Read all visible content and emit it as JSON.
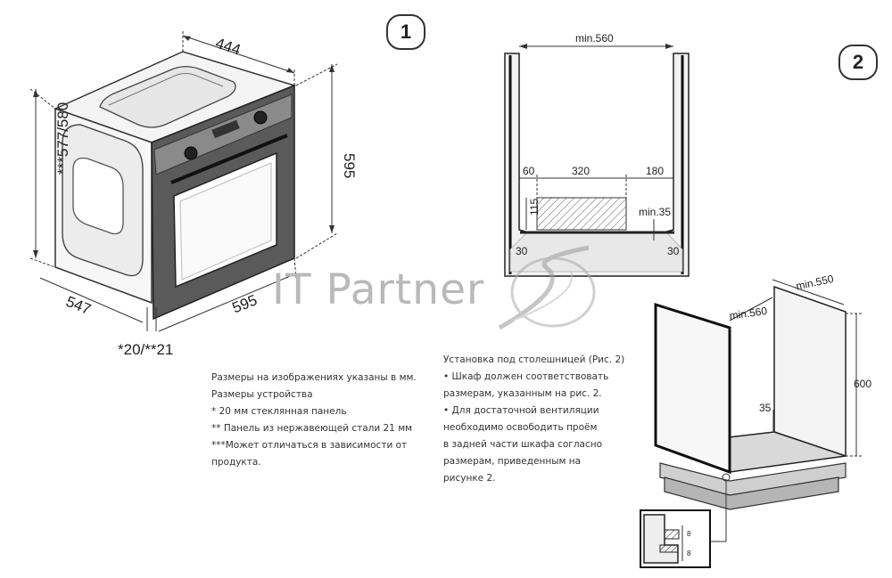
{
  "badges": {
    "fig1": "1",
    "fig2": "2"
  },
  "figure1": {
    "dims": {
      "width_top": "444",
      "height": "595",
      "depth_total": "***577/580",
      "depth_bottom": "547",
      "front_width": "595",
      "panel": "*20/**21"
    }
  },
  "figure2": {
    "dims": {
      "niche_width": "min.560",
      "left_gap": "60",
      "vent_width": "320",
      "right_gap": "180",
      "vent_height": "115",
      "vent_min": "min.35",
      "left_base": "30",
      "right_base": "30"
    }
  },
  "figure3": {
    "dims": {
      "depth": "min.550",
      "width": "min.560",
      "height": "600",
      "gap": "35",
      "detail_a": "8",
      "detail_b": "8"
    }
  },
  "watermark": {
    "text": "IT Partner"
  },
  "notes_left": {
    "lines": [
      "Размеры на изображениях указаны в мм.",
      "Размеры устройства",
      "* 20 мм стеклянная панель",
      "** Панель из нержавеющей стали 21 мм",
      "***Может отличаться в зависимости от",
      "продукта."
    ]
  },
  "notes_right": {
    "lines": [
      "Установка под столешницей (Рис. 2)",
      "• Шкаф должен соответствовать",
      "размерам, указанным на рис. 2.",
      "• Для достаточной вентиляции",
      "необходимо освободить проём",
      "в задней части шкафа согласно",
      "размерам, приведенным на",
      "рисунке 2."
    ]
  }
}
